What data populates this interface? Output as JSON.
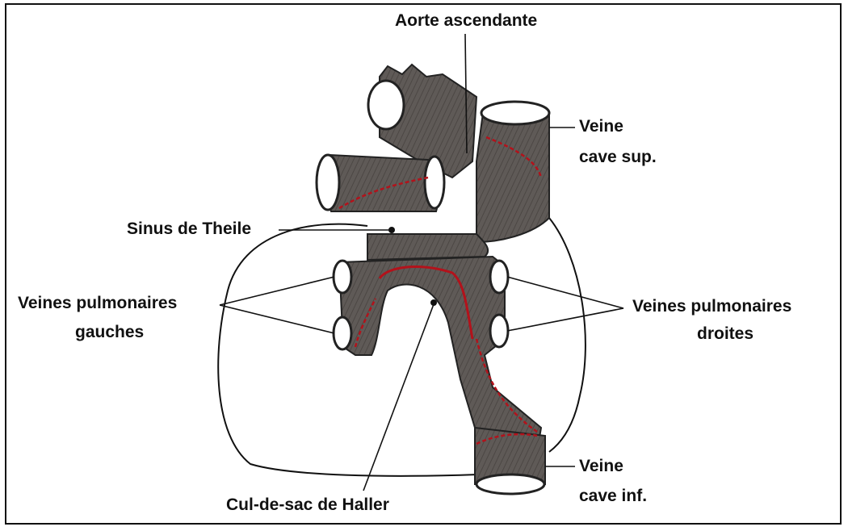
{
  "labels": {
    "aorte": "Aorte ascendante",
    "veine_cave_sup_1": "Veine",
    "veine_cave_sup_2": "cave sup.",
    "sinus": "Sinus de Theile",
    "vp_gauches_1": "Veines pulmonaires",
    "vp_gauches_2": "gauches",
    "vp_droites_1": "Veines pulmonaires",
    "vp_droites_2": "droites",
    "cul_de_sac": "Cul-de-sac de Haller",
    "veine_cave_inf_1": "Veine",
    "veine_cave_inf_2": "cave inf."
  },
  "colors": {
    "vessel": "#5f5a57",
    "vessel_dark": "#3d3936",
    "pericardium_line": "#b3121b",
    "outline": "#111111"
  }
}
